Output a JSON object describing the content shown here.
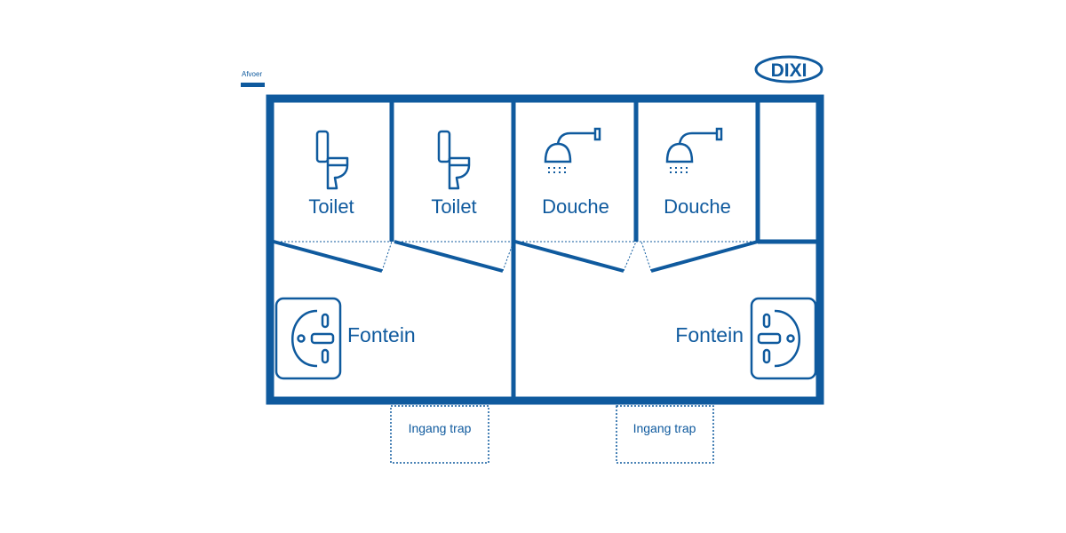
{
  "color": "#0f5a9e",
  "legend": {
    "label": "Afvoer"
  },
  "logo": {
    "text": "DIXI"
  },
  "rooms": [
    {
      "label": "Toilet",
      "icon": "toilet-icon"
    },
    {
      "label": "Toilet",
      "icon": "toilet-icon"
    },
    {
      "label": "Douche",
      "icon": "shower-icon"
    },
    {
      "label": "Douche",
      "icon": "shower-icon"
    }
  ],
  "fonteins": [
    {
      "label": "Fontein"
    },
    {
      "label": "Fontein"
    }
  ],
  "entrances": [
    {
      "label": "Ingang trap"
    },
    {
      "label": "Ingang trap"
    }
  ]
}
